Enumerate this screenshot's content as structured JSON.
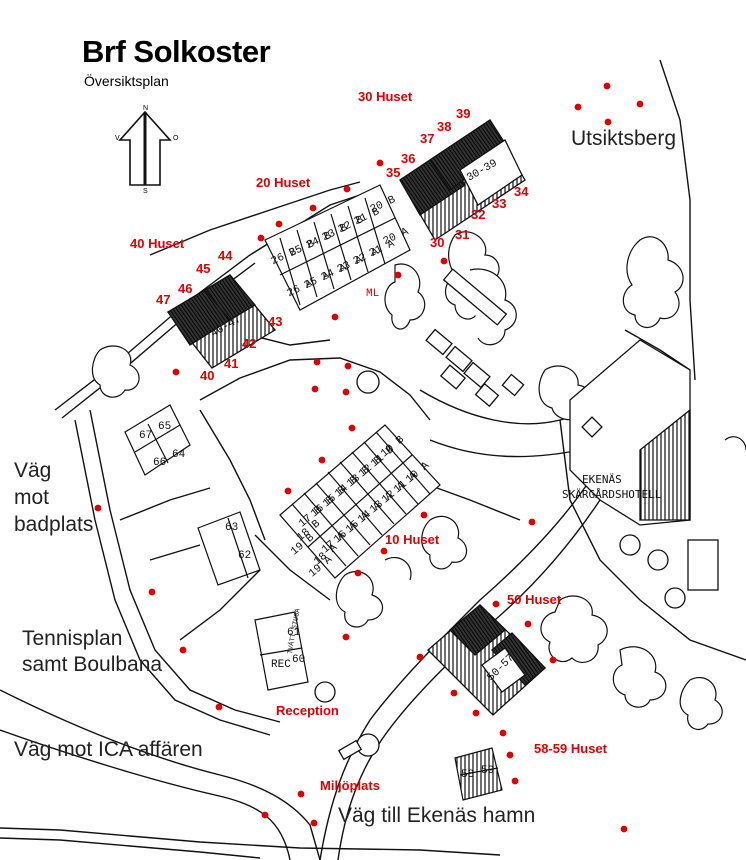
{
  "map": {
    "title": "Brf Solkoster",
    "subtitle": "Översiktsplan",
    "compass": {
      "north": "N",
      "south": "S",
      "west": "V",
      "east": "O"
    }
  },
  "labels": {
    "utsiktsberg": "Utsiktsberg",
    "badplats_1": "Väg",
    "badplats_2": "mot",
    "badplats_3": "badplats",
    "tennis_1": "Tennisplan",
    "tennis_2": "samt Boulbana",
    "ica": "Väg mot ICA affären",
    "hamn": "Väg till Ekenäs hamn"
  },
  "red_labels": {
    "h30": "30 Huset",
    "h20": "20 Huset",
    "h40": "40 Huset",
    "h10": "10 Huset",
    "h50": "50 Huset",
    "h58": "58-59 Huset",
    "reception": "Reception",
    "miljoplats": "Miljöplats"
  },
  "numbers": {
    "n30": "30",
    "n31": "31",
    "n32": "32",
    "n33": "33",
    "n34": "34",
    "n35": "35",
    "n36": "36",
    "n37": "37",
    "n38": "38",
    "n39": "39",
    "n40": "40",
    "n41": "41",
    "n42": "42",
    "n43": "43",
    "n44": "44",
    "n45": "45",
    "n46": "46",
    "n47": "47"
  },
  "hotel": {
    "line1": "EKENÄS",
    "line2": "SKÄRGÅRDSHOTELL"
  },
  "plan_labels": {
    "b30_39": "30-39",
    "b40_47": "40-47",
    "b50_57": "50-57",
    "b58": "58",
    "b59": "59",
    "b60": "60",
    "b61": "61",
    "b62": "62",
    "b63": "63",
    "b64": "64",
    "b65": "65",
    "b66": "66",
    "b67": "67",
    "rec": "REC",
    "tvatt": "TVÄTT STUGA",
    "ml": "ML"
  },
  "units20": [
    "26 B",
    "25 B",
    "24 B",
    "23 B",
    "22 B",
    "21 B",
    "20 B",
    "26 A",
    "25 A",
    "24 A",
    "23 A",
    "22 A",
    "21 A",
    "20 A"
  ],
  "units10": [
    "10 B",
    "11 B",
    "12 B",
    "13 B",
    "14 B",
    "15 B",
    "16 B",
    "17 B",
    "18 B",
    "19 B",
    "10 A",
    "11 A",
    "12 A",
    "13 A",
    "14 A",
    "15 A",
    "16 A",
    "17 A",
    "18 A",
    "19 A"
  ],
  "colors": {
    "marker": "#e00000",
    "ink": "#111111"
  }
}
